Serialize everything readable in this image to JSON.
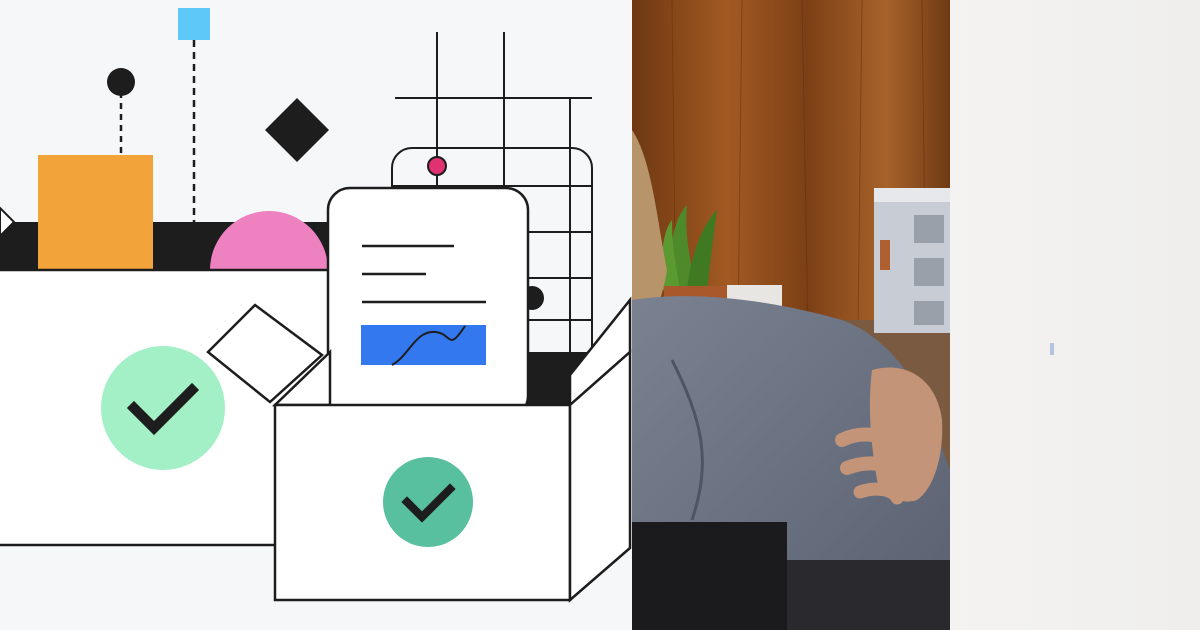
{
  "collage": {
    "panels": [
      {
        "id": "illustration",
        "description_icon": "box-checkmark-illustration"
      },
      {
        "id": "photo",
        "description_icon": "photo-person-at-desk"
      },
      {
        "id": "blank",
        "description_icon": "blank-light-panel"
      }
    ]
  },
  "colors": {
    "illustration_bg": "#f6f7f9",
    "orange": "#f2a43a",
    "pink": "#ee82c0",
    "mint": "#a3f0c6",
    "teal": "#58bf9f",
    "blue_bar": "#3478f0",
    "sky": "#5ec8f8",
    "magenta_dot": "#e03272",
    "ink": "#1d1d1d",
    "wood": "#8a4b1a",
    "jacket": "#6e7686",
    "blank_bg": "#f3f2f0"
  }
}
